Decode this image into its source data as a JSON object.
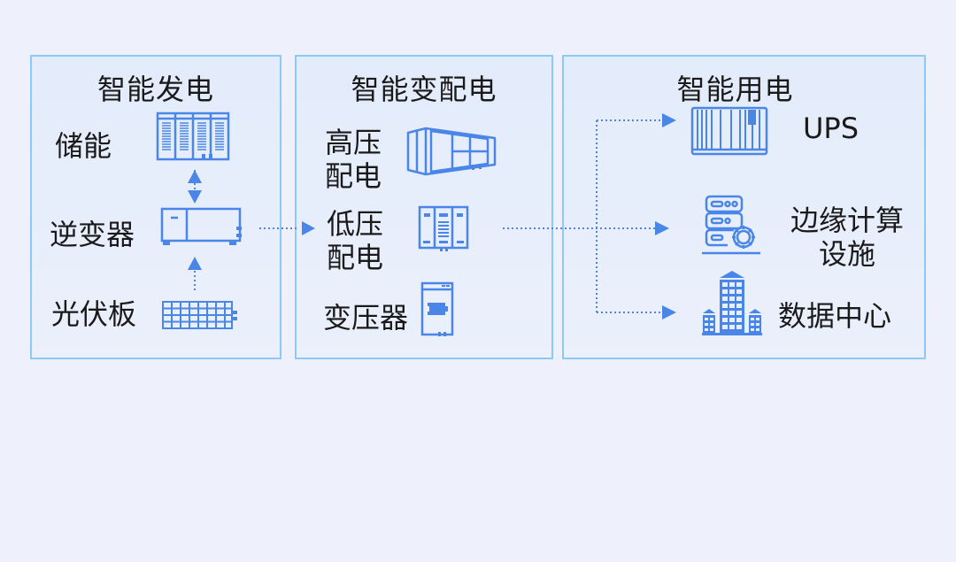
{
  "colors": {
    "background": "#eef0fb",
    "panel_border": "#8ccaf6",
    "icon_blue": "#4a86e8",
    "text": "#1a1a1a"
  },
  "panels": [
    {
      "title": "智能发电",
      "items": [
        {
          "label": "储能",
          "icon": "battery-storage-icon"
        },
        {
          "label": "逆变器",
          "icon": "inverter-icon"
        },
        {
          "label": "光伏板",
          "icon": "solar-panel-icon"
        }
      ]
    },
    {
      "title": "智能变配电",
      "items": [
        {
          "label": "高压配电",
          "icon": "high-voltage-container-icon"
        },
        {
          "label": "低压配电",
          "icon": "low-voltage-cabinet-icon"
        },
        {
          "label": "变压器",
          "icon": "transformer-icon"
        }
      ]
    },
    {
      "title": "智能用电",
      "items": [
        {
          "label": "UPS",
          "icon": "ups-icon"
        },
        {
          "label": "边缘计算设施",
          "icon": "edge-server-gear-icon"
        },
        {
          "label": "数据中心",
          "icon": "data-center-building-icon"
        }
      ]
    }
  ],
  "flows": [
    {
      "from": "储能",
      "to": "逆变器",
      "type": "bidirectional-dotted"
    },
    {
      "from": "光伏板",
      "to": "逆变器",
      "type": "dotted-arrow"
    },
    {
      "from": "逆变器",
      "to": "低压配电",
      "type": "dotted-arrow"
    },
    {
      "from": "低压配电",
      "to": "UPS",
      "type": "dotted-arrow"
    },
    {
      "from": "低压配电",
      "to": "边缘计算设施",
      "type": "dotted-arrow"
    },
    {
      "from": "低压配电",
      "to": "数据中心",
      "type": "dotted-arrow"
    }
  ]
}
